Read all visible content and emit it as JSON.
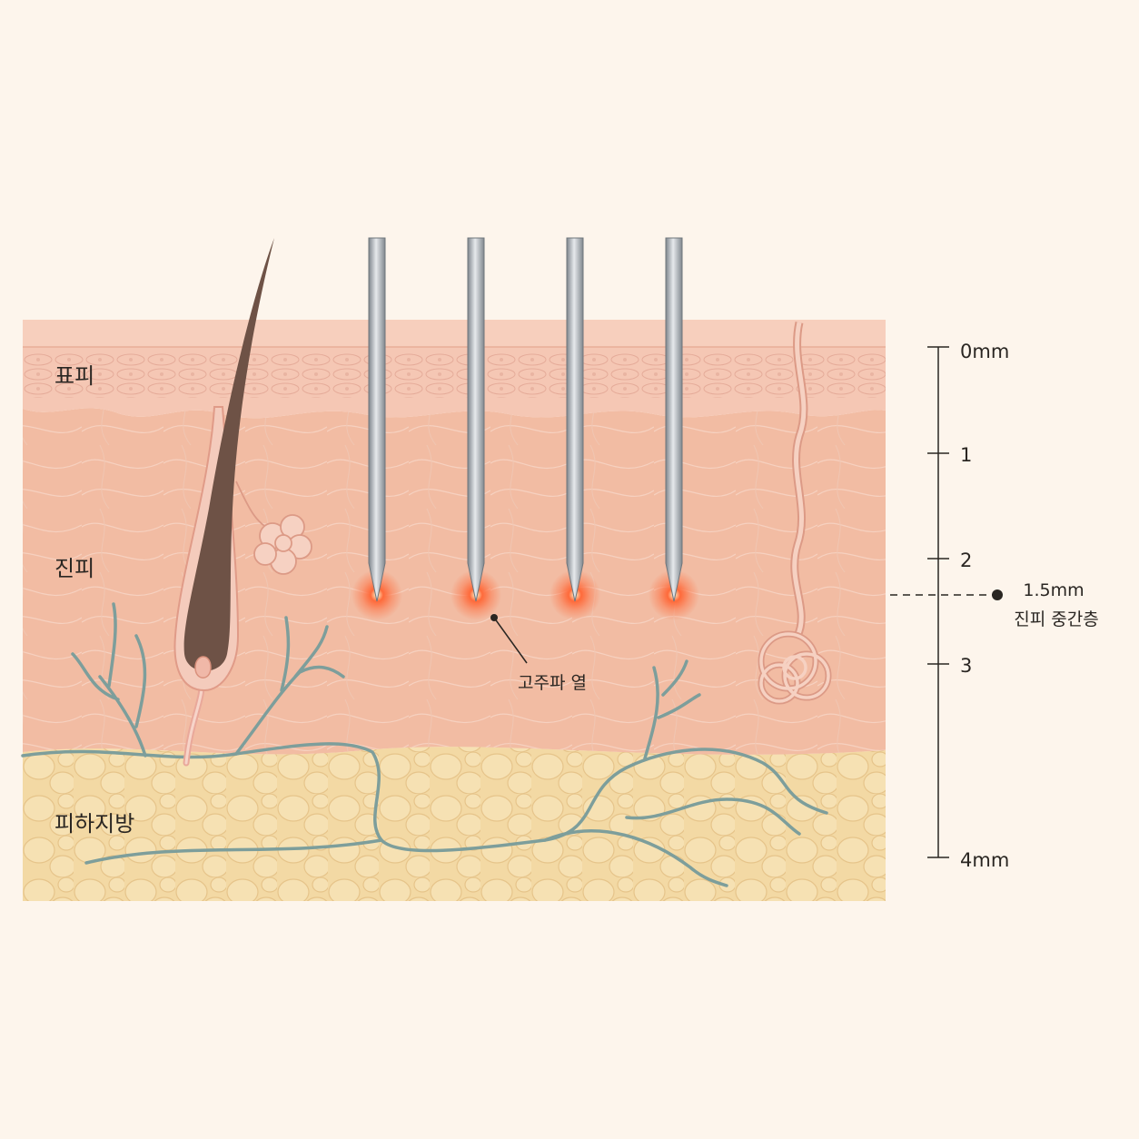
{
  "layers": {
    "epidermis_label": "표피",
    "dermis_label": "진피",
    "subcutaneous_label": "피하지방"
  },
  "annotations": {
    "rf_heat_label": "고주파 열",
    "mid_depth_value": "1.5mm",
    "mid_depth_label": "진피 중간층"
  },
  "scale": {
    "ticks": [
      "0mm",
      "1",
      "2",
      "3",
      "4mm"
    ]
  },
  "colors": {
    "background": "#fdf5ec",
    "epidermis": "#f3c3b0",
    "dermis": "#f2bca3",
    "fat": "#f3d9a4",
    "vessel": "#7d9e9b",
    "needle": "#a9aeb3",
    "heat": "#ff5a2a",
    "hair": "#6e5246"
  },
  "icons": {
    "needle": "microneedle-icon",
    "heat": "heat-glow-icon",
    "marker": "depth-marker-dot-icon"
  }
}
